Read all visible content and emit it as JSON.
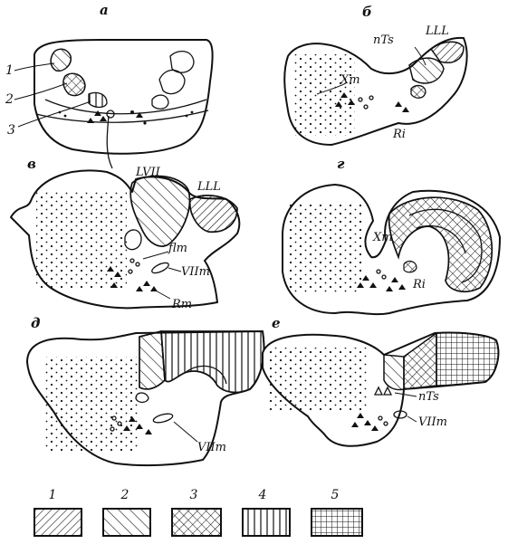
{
  "panels": [
    {
      "letter": "а",
      "labels": [
        "1",
        "2",
        "3"
      ]
    },
    {
      "letter": "б",
      "labels": [
        "nTs",
        "LLL",
        "Xm",
        "Ri"
      ]
    },
    {
      "letter": "в",
      "labels": [
        "LVII",
        "LLL",
        "flm",
        "VIIm",
        "Rm"
      ]
    },
    {
      "letter": "г",
      "labels": [
        "Xm",
        "Ri"
      ]
    },
    {
      "letter": "д",
      "labels": [
        "VIIm"
      ]
    },
    {
      "letter": "е",
      "labels": [
        "nTs",
        "VIIm"
      ]
    }
  ],
  "legend": [
    {
      "number": "1",
      "pattern": "diag-fine"
    },
    {
      "number": "2",
      "pattern": "diag-coarse"
    },
    {
      "number": "3",
      "pattern": "crosshatch-diag"
    },
    {
      "number": "4",
      "pattern": "vertical-lines"
    },
    {
      "number": "5",
      "pattern": "grid"
    }
  ]
}
